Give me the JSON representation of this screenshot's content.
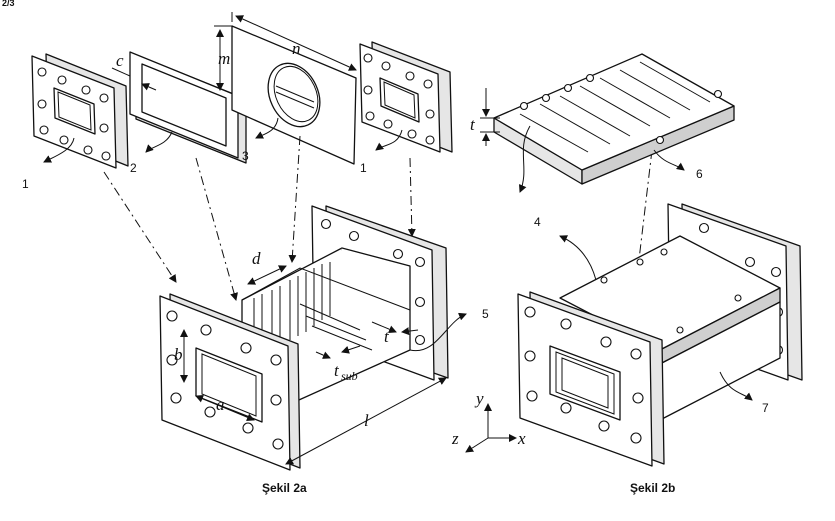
{
  "figure": {
    "corner_mark": "2/3",
    "caption_a": "Şekil 2a",
    "caption_b": "Şekil 2b",
    "dimension_labels": {
      "c": "c",
      "m": "m",
      "n": "n",
      "d": "d",
      "b": "b",
      "a": "a",
      "t_wall": "t",
      "t_sub_base": "t",
      "t_sub_sub": "sub",
      "l": "l",
      "t_plate": "t"
    },
    "axes": {
      "y": "y",
      "z": "z",
      "x": "x"
    },
    "part_numbers": {
      "p1_left": "1",
      "p2": "2",
      "p3": "3",
      "p1_right": "1",
      "p4": "4",
      "p5": "5",
      "p6": "6",
      "p7": "7"
    }
  }
}
